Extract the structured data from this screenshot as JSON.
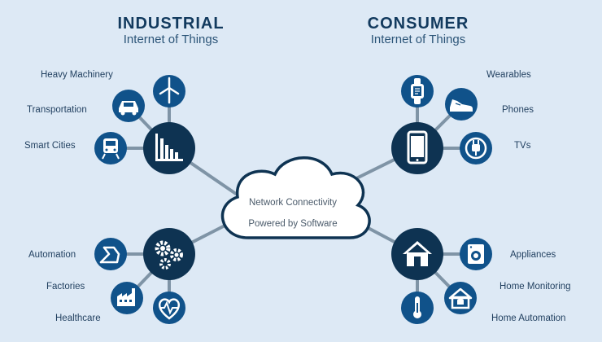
{
  "industrial": {
    "title": "INDUSTRIAL",
    "subtitle": "Internet of Things"
  },
  "consumer": {
    "title": "CONSUMER",
    "subtitle": "Internet of Things"
  },
  "cloud": {
    "line1": "Network Connectivity",
    "line2": "Powered by Software"
  },
  "industrial_top": {
    "hub_icon": "bar-chart-icon",
    "leaves": [
      {
        "label": "Heavy Machinery",
        "icon": "wind-turbine-icon"
      },
      {
        "label": "Transportation",
        "icon": "car-icon"
      },
      {
        "label": "Smart Cities",
        "icon": "train-icon"
      }
    ]
  },
  "industrial_bottom": {
    "hub_icon": "gears-icon",
    "leaves": [
      {
        "label": "Automation",
        "icon": "robot-arm-icon"
      },
      {
        "label": "Factories",
        "icon": "factory-icon"
      },
      {
        "label": "Healthcare",
        "icon": "heart-pulse-icon"
      }
    ]
  },
  "consumer_top": {
    "hub_icon": "smartphone-icon",
    "leaves": [
      {
        "label": "Wearables",
        "icon": "smartwatch-icon"
      },
      {
        "label": "Phones",
        "icon": "sneaker-icon"
      },
      {
        "label": "TVs",
        "icon": "power-plug-icon"
      }
    ]
  },
  "consumer_bottom": {
    "hub_icon": "house-icon",
    "leaves": [
      {
        "label": "Appliances",
        "icon": "washing-machine-icon"
      },
      {
        "label": "Home Monitoring",
        "icon": "home-alarm-icon"
      },
      {
        "label": "Home Automation",
        "icon": "thermometer-icon"
      }
    ]
  },
  "colors": {
    "hub": "#0e3352",
    "leaf": "#10528a",
    "connector": "#7f94a6",
    "background": "#dde9f5"
  }
}
